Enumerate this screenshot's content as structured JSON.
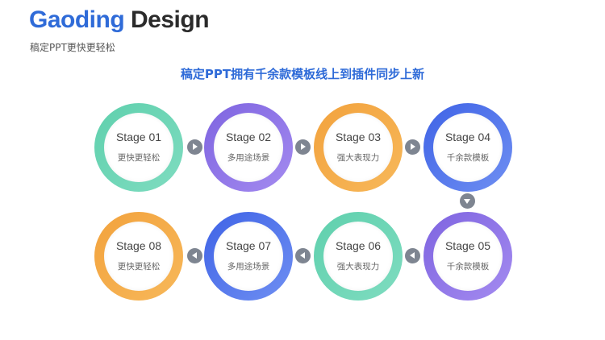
{
  "header": {
    "brand_part1": "Gaoding",
    "brand_part2": "Design",
    "subtitle": "稿定PPT更快更轻松"
  },
  "headline": "稿定PPT拥有千余款模板线上到插件同步上新",
  "stages": [
    {
      "label": "Stage 01",
      "desc": "更快更轻松",
      "color": "green"
    },
    {
      "label": "Stage 02",
      "desc": "多用途场景",
      "color": "purple"
    },
    {
      "label": "Stage 03",
      "desc": "强大表现力",
      "color": "orange"
    },
    {
      "label": "Stage 04",
      "desc": "千余款模板",
      "color": "blue"
    },
    {
      "label": "Stage 05",
      "desc": "千余款模板",
      "color": "purple"
    },
    {
      "label": "Stage 06",
      "desc": "强大表现力",
      "color": "green"
    },
    {
      "label": "Stage 07",
      "desc": "多用途场景",
      "color": "blue"
    },
    {
      "label": "Stage 08",
      "desc": "更快更轻松",
      "color": "orange"
    }
  ],
  "colors": {
    "brand_blue": "#2f6bd8",
    "green": "#5fd0ad",
    "purple": "#7e64e0",
    "orange": "#f2a23d",
    "blue": "#3f63e6",
    "arrow": "#7e8591"
  },
  "arrows": [
    "right",
    "right",
    "right",
    "down",
    "left",
    "left",
    "left"
  ]
}
